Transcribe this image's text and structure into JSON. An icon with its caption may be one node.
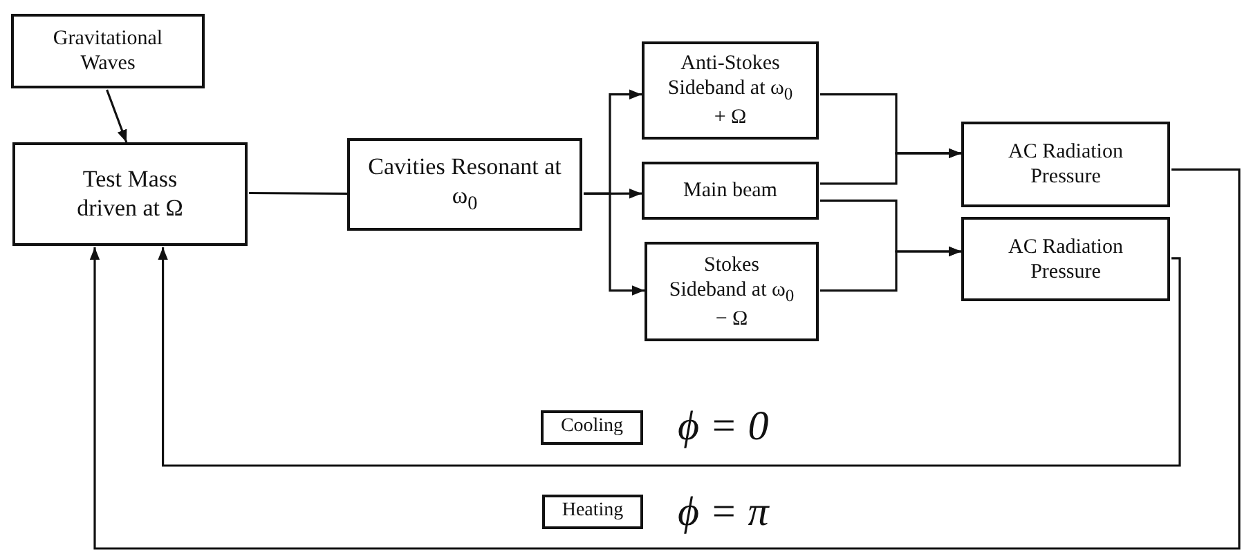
{
  "diagram": {
    "nodes": [
      {
        "text": [
          "Gravitational Waves"
        ]
      },
      {
        "text": [
          "Test Mass driven at Ω"
        ]
      },
      {
        "text": [
          "Cavities Resonant at ω$_{0}$"
        ]
      },
      {
        "text": [
          "Anti-Stokes Sideband at ω$_{0}$ + Ω"
        ]
      },
      {
        "text": [
          "Main beam"
        ]
      },
      {
        "text": [
          "Stokes Sideband at ω$_{0}$ − Ω"
        ]
      },
      {
        "text": [
          "AC Radiation Pressure"
        ]
      },
      {
        "text": [
          "AC Radiation Pressure"
        ]
      },
      {
        "text": [
          "Cooling"
        ],
        "beside": [
          "ϕ = 0"
        ]
      },
      {
        "text": [
          "Heating"
        ],
        "beside": [
          "ϕ = π"
        ]
      }
    ],
    "edges": [
      {
        "from": 0,
        "to": 1,
        "arrow": "to"
      },
      {
        "from": 1,
        "to": 2,
        "arrow": "none"
      },
      {
        "from": 2,
        "to": 3,
        "arrow": "to"
      },
      {
        "from": 2,
        "to": 4,
        "arrow": "to"
      },
      {
        "from": 2,
        "to": 5,
        "arrow": "to"
      },
      {
        "from": 3,
        "to": 6,
        "arrow": "to"
      },
      {
        "from": 4,
        "to": 6,
        "arrow": "to"
      },
      {
        "from": 4,
        "to": 7,
        "arrow": "to"
      },
      {
        "from": 5,
        "to": 7,
        "arrow": "to"
      },
      {
        "from": 7,
        "to": 1,
        "arrow": "to"
      },
      {
        "from": 6,
        "to": 1,
        "arrow": "to"
      }
    ]
  }
}
